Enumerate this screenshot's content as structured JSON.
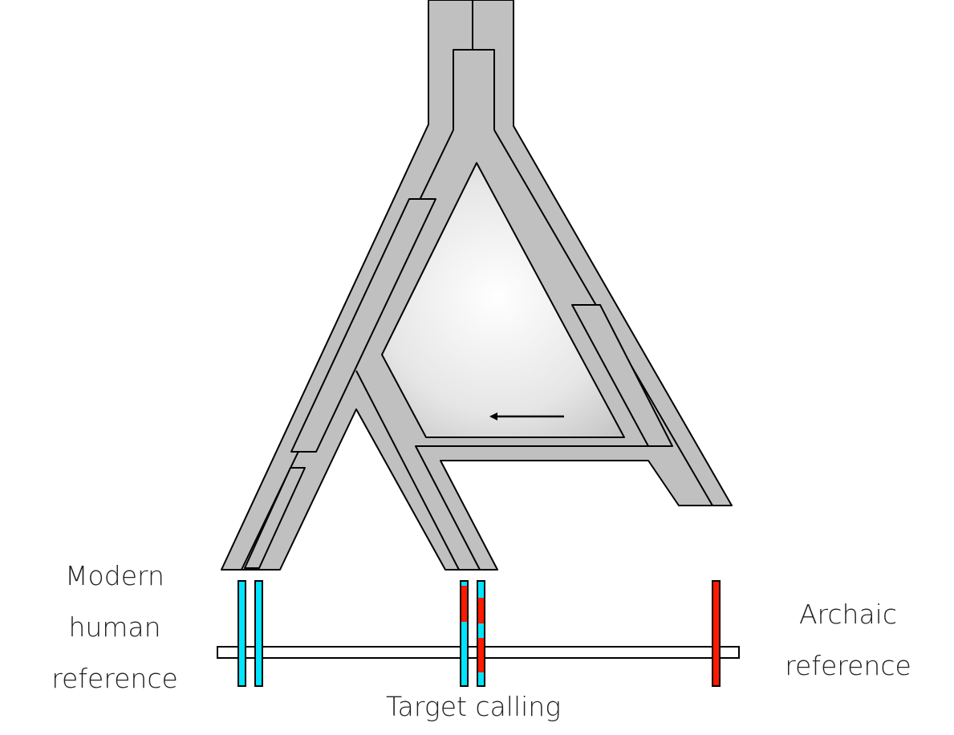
{
  "labels": {
    "modern": [
      "Modern",
      "human",
      "reference"
    ],
    "archaic": [
      "Archaic",
      "reference"
    ],
    "target": "Target calling"
  },
  "colors": {
    "tree_fill": "#c0c0c0",
    "outline": "#000000",
    "modern_segment": "#00e5ff",
    "archaic_segment": "#ff1a00",
    "bar_fill": "#ffffff"
  },
  "icons": {
    "flow_arrow": "arrow-left-icon"
  }
}
